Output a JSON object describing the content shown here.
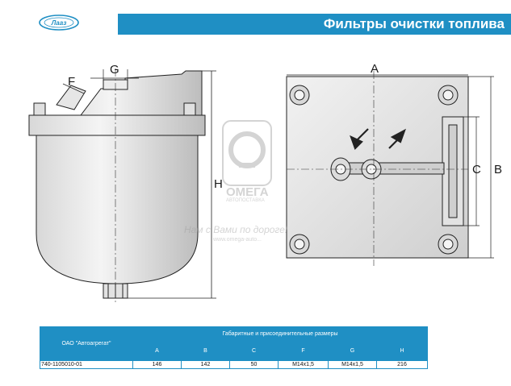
{
  "header": {
    "title": "Фильтры очистки топлива",
    "banner_color": "#1f8fc4"
  },
  "logo": {
    "text": "Лааз",
    "icon": "company-logo-icon"
  },
  "drawing": {
    "side_view_labels": {
      "g": "G",
      "f": "F",
      "h": "H"
    },
    "top_view_labels": {
      "a": "A",
      "b": "B",
      "c": "C"
    }
  },
  "watermark": {
    "brand": "ОМЕГА",
    "sub": "АВТОПОСТАВКА",
    "slogan": "Нам с Вами по дороге!",
    "url": "www.omega-auto..."
  },
  "table": {
    "company": "ОАО \"Автоагрегат\"",
    "group_header": "Габаритные и присоединительные размеры",
    "columns": [
      "A",
      "B",
      "C",
      "F",
      "G",
      "H"
    ],
    "rows": [
      {
        "part": "740-1105010-01",
        "values": [
          "146",
          "142",
          "50",
          "M14x1,5",
          "M14x1,5",
          "216"
        ]
      }
    ]
  }
}
